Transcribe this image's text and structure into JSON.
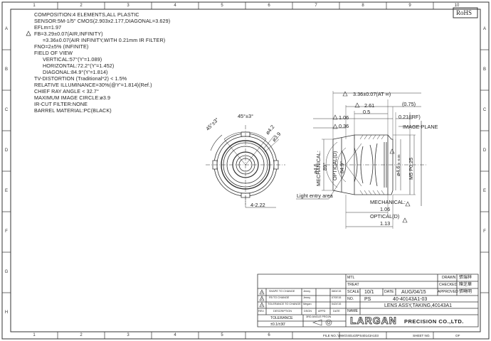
{
  "sheet": {
    "col_numbers": [
      "1",
      "2",
      "3",
      "4",
      "5",
      "6",
      "7",
      "8",
      "9",
      "10"
    ],
    "row_letters": [
      "A",
      "B",
      "C",
      "D",
      "E",
      "F",
      "G",
      "H"
    ],
    "rohs_label": "RoHS"
  },
  "specs": [
    "COMPOSITION:4 ELEMENTS,ALL PLASTIC",
    "SENSOR:5M-1/5\" CMOS(2.903x2.177,DIAGONAL=3.629)",
    "EFLm=1.97",
    "FB=3.29±0.07(AIR,INFINITY)",
    "=3.36±0.07(AIR INFINITY,WITH 0.21mm IR FILTER)",
    "FNO=2±5% (INFINITE)",
    "FIELD OF VIEW",
    "VERTICAL:57°(Y'=1.089)",
    "HORIZONTAL:72.2°(Y'=1.452)",
    "DIAGONAL:84.9°(Y'=1.814)",
    "TV-DISTORTION (Traditional*2) < 1.5%",
    "RELATIVE ILLUMINANCE=30%(@Y'=1.814)(Ref.)",
    "CHIEF RAY ANGLE < 32.7°",
    "MAXIMUM IMAGE CIRCLE:ø3.9",
    "IR-CUT FILTER:NONE",
    "BARREL MATERIAL:PC(BLACK)"
  ],
  "front_view": {
    "angle_top": "45°±3°",
    "angle_left": "45°±3°",
    "dia_outer": "ø4.2",
    "dia_inner": "ø3.9",
    "slots": "4-2.22"
  },
  "side_view": {
    "fb": "3.36±0.07(AT ∞)",
    "dim_261": "2.61",
    "dim_075": "(0.75)",
    "dim_05": "0.5",
    "dim_106_top": "1.06",
    "dim_021": "0.21(IRF)",
    "dim_036": "0.36",
    "image_plane": "IMAGE PLANE",
    "mechanical_angle": "MECHANICAL:",
    "mechanical_val": "89°",
    "optical_angle": "OPTICAL(D)",
    "optical_val": "84.9°",
    "dia_46": "ø4.6",
    "dia_465": "ø4.6",
    "dia_465_tol": "0 -0.05",
    "thread": "M5 P0.25",
    "light_entry": "Light entry area",
    "mech_bottom_label": "MECHANICAL:",
    "mech_bottom_val": "1.06",
    "opt_bottom_label": "OPTICAL(D)",
    "opt_bottom_val": "1.13"
  },
  "title_block": {
    "mtl": "MTL",
    "treat": "TREAT",
    "scale_label": "SCALE",
    "scale_val": "10/1",
    "date_label": "DATE",
    "date_val": "AUG/04/15",
    "no_label": "NO.",
    "no_prefix": "PS",
    "drawing_no": "40-40143A1-03",
    "name_label": "NAME",
    "name_val": "LENS ASSY,TAKING,40143A1",
    "drawn": "DRAWN",
    "checked": "CHECKED",
    "approved": "APPROVED",
    "sig_drawn": "張瑞祥",
    "sig_checked": "陳芝華",
    "sig_approved": "張曉明",
    "revisions": [
      {
        "rev": "3",
        "desc": "SHAPE TO CHANGE",
        "dsgn": "Jenny",
        "date": "0804'15"
      },
      {
        "rev": "2",
        "desc": "FB TO CHANGE",
        "dsgn": "Jenny",
        "date": "0705'15"
      },
      {
        "rev": "1",
        "desc": "TOLERANCE TO CHANGE",
        "dsgn": "Megan",
        "date": "0424'15"
      }
    ],
    "rev_header": {
      "rev": "REV.",
      "desc": "DESCRIPTION",
      "dsgn": "DSGN",
      "appd": "APPD",
      "date": "DATE"
    },
    "tolerance_label": "TOLERANCE",
    "tolerance_val": "±0.1/±30'",
    "projection_label": "3RD ANGLE PROJN",
    "company_logo": "LARGAN",
    "company_suffix": "PRECISION CO.,LTD."
  },
  "footer": {
    "file_no": "FILE NO.:\\DWG\\40143\\PS40143A103",
    "sheet_no": "SHEET NO.",
    "of": "OF"
  }
}
